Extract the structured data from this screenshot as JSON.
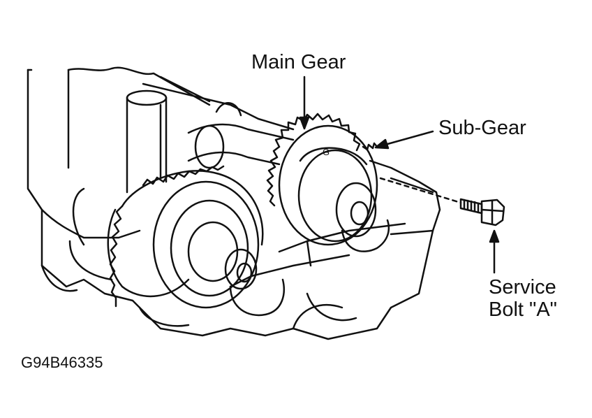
{
  "labels": {
    "main_gear": "Main Gear",
    "sub_gear": "Sub-Gear",
    "service_bolt_line1": "Service",
    "service_bolt_line2": "Bolt \"A\"",
    "gear_mark": "G"
  },
  "figure_id": "G94B46335",
  "colors": {
    "ink": "#111111",
    "paper": "#ffffff"
  }
}
